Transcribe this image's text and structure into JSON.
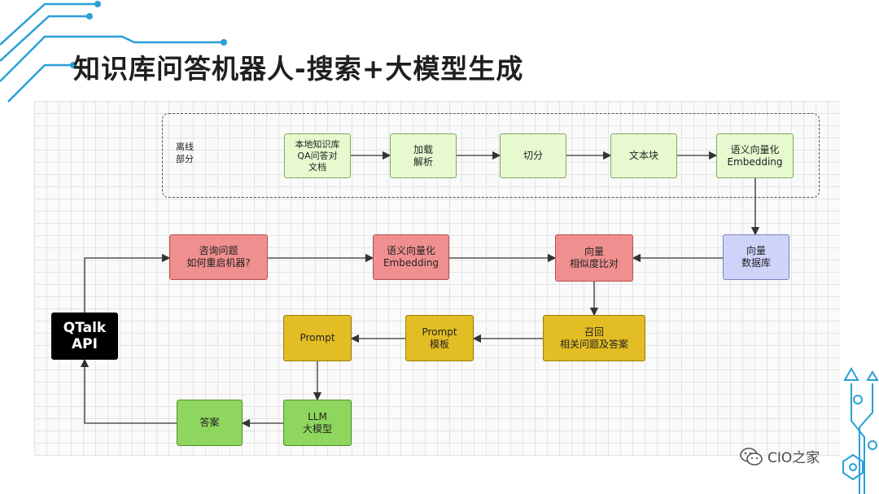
{
  "title": "知识库问答机器人-搜索+大模型生成",
  "offline_label": "离线\n部分",
  "nodes": {
    "local_docs": "本地知识库\nQA问答对\n文档",
    "load_parse": "加载\n解析",
    "split": "切分",
    "text_chunks": "文本块",
    "embed_offline": "语义向量化\nEmbedding",
    "vector_db": "向量\n数据库",
    "query": "咨询问题\n如何重启机器?",
    "embed_query": "语义向量化\nEmbedding",
    "similarity": "向量\n相似度比对",
    "recall": "召回\n相关问题及答案",
    "prompt_template": "Prompt\n模板",
    "prompt": "Prompt",
    "llm": "LLM\n大模型",
    "answer": "答案",
    "qtalk_api": "QTalk\nAPI"
  },
  "watermark": "CIO之家",
  "colors": {
    "green_light": "#e6f9cf",
    "red": "#f08f8f",
    "blue": "#cfd3fa",
    "yellow": "#e3bd24",
    "green": "#8fd65e",
    "black": "#000000",
    "accent_blue": "#2a9fd8"
  }
}
